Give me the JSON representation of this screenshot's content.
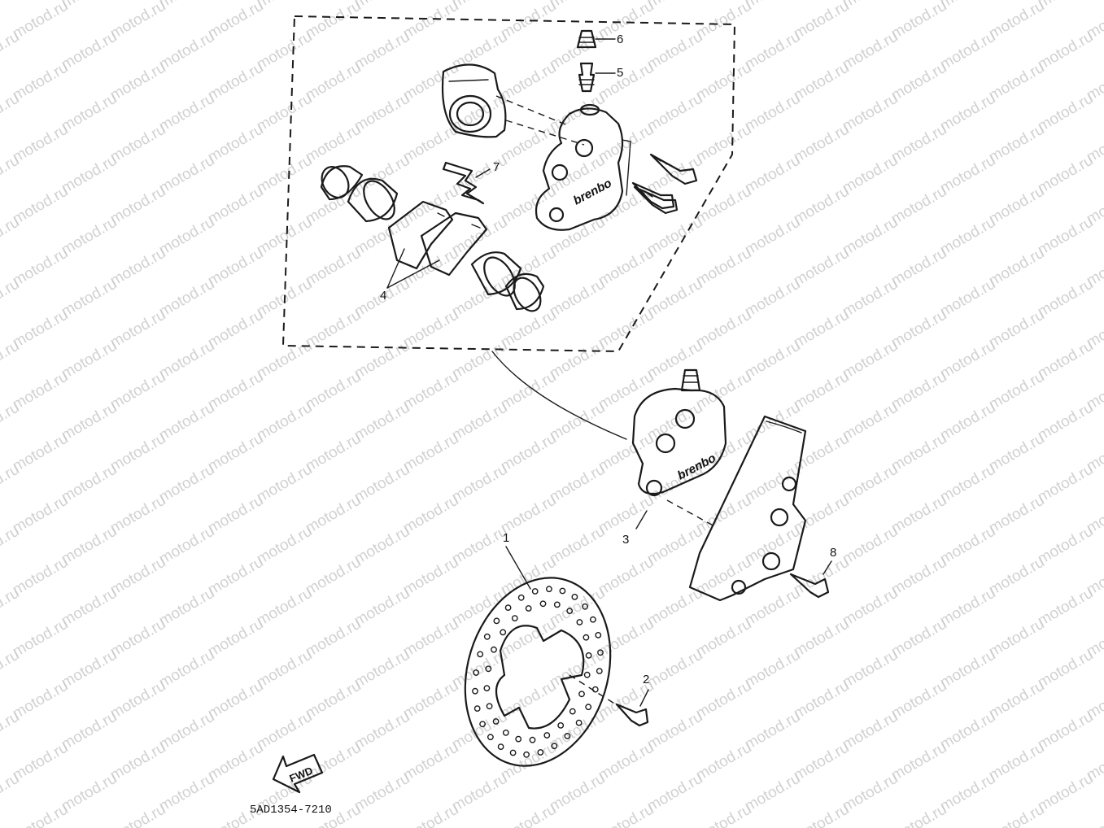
{
  "watermark": {
    "text": "motod.ru"
  },
  "callouts": [
    {
      "id": "1",
      "label": "1",
      "icon": "brake-disc-icon"
    },
    {
      "id": "2",
      "label": "2",
      "icon": "disc-bolt-icon"
    },
    {
      "id": "3",
      "label": "3",
      "icon": "brake-caliper-icon"
    },
    {
      "id": "4",
      "label": "4",
      "icon": "brake-pad-icon"
    },
    {
      "id": "5",
      "label": "5",
      "icon": "bleed-screw-icon"
    },
    {
      "id": "6",
      "label": "6",
      "icon": "bleed-cap-icon"
    },
    {
      "id": "7",
      "label": "7",
      "icon": "pad-spring-icon"
    },
    {
      "id": "8",
      "label": "8",
      "icon": "caliper-bolt-icon"
    }
  ],
  "brand_labels": {
    "upper": "brenbo",
    "lower": "brenbo"
  },
  "forward_arrow": {
    "label": "FWD",
    "icon": "forward-arrow-icon"
  },
  "part_code": "5AD1354-7210",
  "colors": {
    "ink": "#1a1a1a",
    "watermark": "#c9c9c9",
    "background": "#ffffff"
  }
}
